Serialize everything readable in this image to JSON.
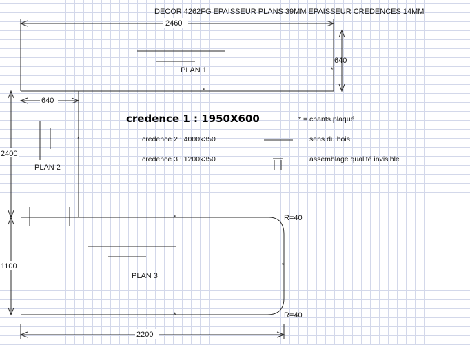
{
  "header": {
    "title": "DECOR 4262FG   EPAISSEUR PLANS 39MM EPAISSEUR CREDENCES 14MM"
  },
  "dimensions": {
    "top_width": "2460",
    "top_depth": "640",
    "left_depth": "640",
    "left_length": "2400",
    "bottom_length": "1100",
    "bottom_width": "2200",
    "radius_top": "R=40",
    "radius_bottom": "R=40"
  },
  "pieces": {
    "plan1": "PLAN 1",
    "plan2": "PLAN 2",
    "plan3": "PLAN 3"
  },
  "credences": {
    "c1": "credence 1 : 1950X600",
    "c2": "credence 2 : 4000x350",
    "c3": "credence 3 : 1200x350"
  },
  "legend": {
    "edge_mark": "*",
    "edge_label": "* = chants plaqué",
    "grain_label": "sens du bois",
    "joint_label": "assemblage qualité invisible"
  }
}
